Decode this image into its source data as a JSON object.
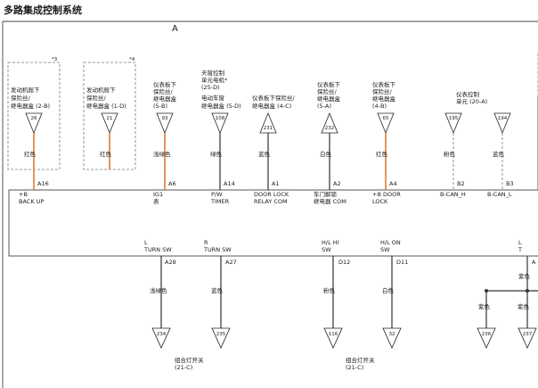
{
  "diagram": {
    "title": "多路集成控制系统",
    "section_label": "A",
    "colors": {
      "orange_wire": "#e07b39",
      "dark_wire": "#333333",
      "frame": "#444444",
      "dashed": "#777777"
    },
    "top_connectors": [
      {
        "id": "c-backup",
        "label_lines": [
          "发动机舱下",
          "保险丝/",
          "继电器盒 (2-B)"
        ],
        "note": "*3",
        "box": true,
        "connector_num": "26",
        "direction": "down",
        "wire_color": "红色",
        "wire_type": "orange",
        "pin": "A16",
        "signal_lines": [
          "+B",
          "BACK UP"
        ]
      },
      {
        "id": "c-ig1",
        "label_lines": [
          "发动机舱下",
          "保险丝/",
          "继电器盒 (1-D)"
        ],
        "note": "*4",
        "box": true,
        "connector_num": "21",
        "direction": "down",
        "wire_color": "红色",
        "wire_type": "orange",
        "pin": "",
        "signal_lines": []
      },
      {
        "id": "c-ig1-dash",
        "label_lines": [
          "仪表板下",
          "保险丝/",
          "继电器盒",
          "(5-B)"
        ],
        "note": "",
        "box": false,
        "connector_num": "93",
        "direction": "down",
        "wire_color": "浅绿色",
        "wire_type": "orange",
        "pin": "A6",
        "signal_lines": [
          "IG1",
          "表"
        ]
      },
      {
        "id": "c-pw-timer",
        "label_lines": [
          "天窗控制",
          "单元电机*",
          "(25-D)",
          "电动车窗",
          "继电器盒 (5-D)"
        ],
        "note": "",
        "box": false,
        "connector_num": "108",
        "direction": "down",
        "wire_color": "绿色",
        "wire_type": "dark",
        "pin": "A14",
        "signal_lines": [
          "P/W",
          "TIMER"
        ]
      },
      {
        "id": "c-door-lock",
        "label_lines": [
          "仪表板下保险丝/",
          "继电器盒 (4-C)"
        ],
        "note": "",
        "box": false,
        "connector_num": "231",
        "direction": "up",
        "wire_color": "蓝色",
        "wire_type": "dark",
        "pin": "A1",
        "signal_lines": [
          "DOOR LOCK",
          "RELAY COM"
        ]
      },
      {
        "id": "c-door-unlock",
        "label_lines": [
          "仪表板下",
          "保险丝/",
          "继电器盒",
          "(5-A)"
        ],
        "note": "",
        "box": false,
        "connector_num": "232",
        "direction": "up",
        "wire_color": "白色",
        "wire_type": "dark",
        "pin": "A2",
        "signal_lines": [
          "车门解锁",
          "继电器 COM"
        ]
      },
      {
        "id": "c-b-door-lock",
        "label_lines": [
          "仪表板下",
          "保险丝/",
          "继电器盒",
          "(4-B)"
        ],
        "note": "",
        "box": false,
        "connector_num": "65",
        "direction": "down",
        "wire_color": "红色",
        "wire_type": "orange",
        "pin": "A4",
        "signal_lines": [
          "+B DOOR",
          "LOCK"
        ]
      },
      {
        "id": "c-bcan-h",
        "label_lines": [],
        "note": "",
        "box": false,
        "connector_num": "195",
        "direction": "down",
        "wire_color": "粉色",
        "wire_type": "dashed",
        "pin": "B2",
        "signal_lines": [
          "B-CAN_H"
        ]
      },
      {
        "id": "c-bcan-l",
        "label_lines": [],
        "note": "",
        "box": false,
        "connector_num": "194",
        "direction": "down",
        "wire_color": "蓝色",
        "wire_type": "dashed",
        "pin": "B3",
        "signal_lines": [
          "B-CAN_L"
        ]
      }
    ],
    "can_group_label_lines": [
      "仪表控制",
      "单元 (20-A)"
    ],
    "bottom_connectors": [
      {
        "id": "b-l-turn",
        "signal_lines": [
          "L",
          "TURN SW"
        ],
        "pin": "A28",
        "wire_color": "浅绿色",
        "connector_num": "234"
      },
      {
        "id": "b-r-turn",
        "signal_lines": [
          "R",
          "TURN SW"
        ],
        "pin": "A27",
        "wire_color": "蓝色",
        "connector_num": "235"
      },
      {
        "id": "b-hl-hi",
        "signal_lines": [
          "H/L HI",
          "SW"
        ],
        "pin": "D12",
        "wire_color": "粉色",
        "connector_num": "116"
      },
      {
        "id": "b-hl-on",
        "signal_lines": [
          "H/L ON",
          "SW"
        ],
        "pin": "D11",
        "wire_color": "白色",
        "connector_num": "32"
      }
    ],
    "combo_switch_groups": [
      {
        "id": "g1",
        "label_lines": [
          "组合灯开关",
          "(21-C)"
        ]
      },
      {
        "id": "g2",
        "label_lines": [
          "组合灯开关",
          "(21-C)"
        ]
      }
    ],
    "right_edge": {
      "signal_lines": [
        "L",
        "T"
      ],
      "pin": "A",
      "trunk_color": "紫色",
      "branches": [
        {
          "id": "r1",
          "wire_color": "紫色",
          "connector_num": "236"
        },
        {
          "id": "r2",
          "wire_color": "紫色",
          "connector_num": "237"
        }
      ]
    }
  }
}
